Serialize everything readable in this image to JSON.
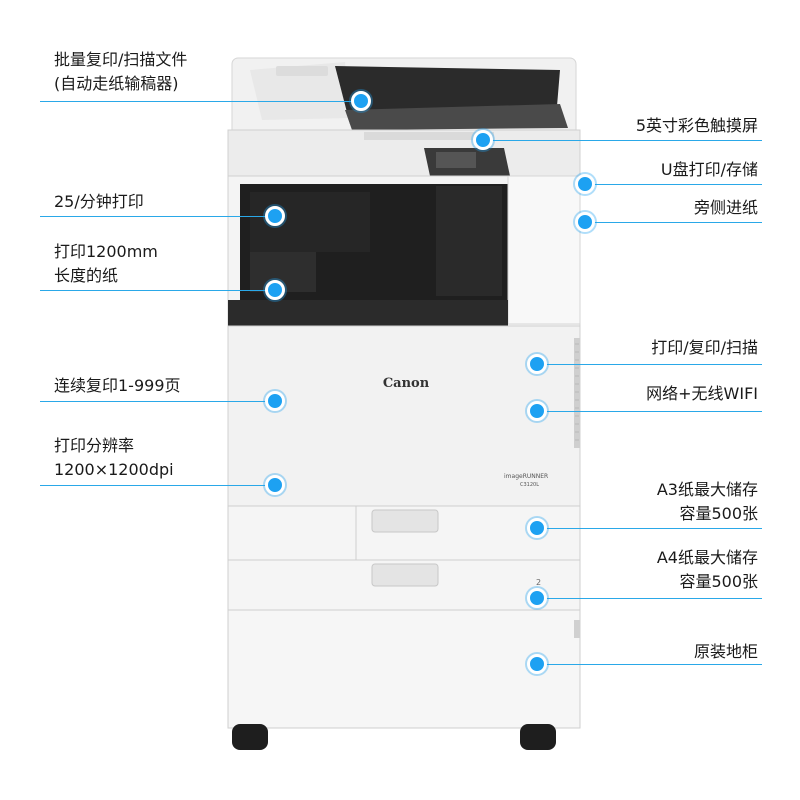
{
  "brand": "Canon",
  "model": "imageRUNNER",
  "model_sub": "C3120L",
  "drawer_number": "2",
  "features": [
    {
      "key": "adf",
      "lines": [
        "批量复印/扫描文件",
        "(自动走纸输稿器)"
      ]
    },
    {
      "key": "touchscreen",
      "lines": [
        "5英寸彩色触摸屏"
      ]
    },
    {
      "key": "usb",
      "lines": [
        "U盘打印/存储"
      ]
    },
    {
      "key": "speed",
      "lines": [
        "25/分钟打印"
      ]
    },
    {
      "key": "bypass",
      "lines": [
        "旁侧进纸"
      ]
    },
    {
      "key": "long-paper",
      "lines": [
        "打印1200mm",
        "长度的纸"
      ]
    },
    {
      "key": "functions",
      "lines": [
        "打印/复印/扫描"
      ]
    },
    {
      "key": "continuous-copy",
      "lines": [
        "连续复印1-999页"
      ]
    },
    {
      "key": "network",
      "lines": [
        "网络+无线WIFI"
      ]
    },
    {
      "key": "resolution",
      "lines": [
        "打印分辨率",
        "1200×1200dpi"
      ]
    },
    {
      "key": "a3-tray",
      "lines": [
        "A3纸最大储存",
        "容量500张"
      ]
    },
    {
      "key": "a4-tray",
      "lines": [
        "A4纸最大储存",
        "容量500张"
      ]
    },
    {
      "key": "cabinet",
      "lines": [
        "原装地柜"
      ]
    }
  ],
  "colors": {
    "accent": "#1da1f2",
    "body": "#f3f3f3",
    "dark": "#2b2b2b"
  }
}
